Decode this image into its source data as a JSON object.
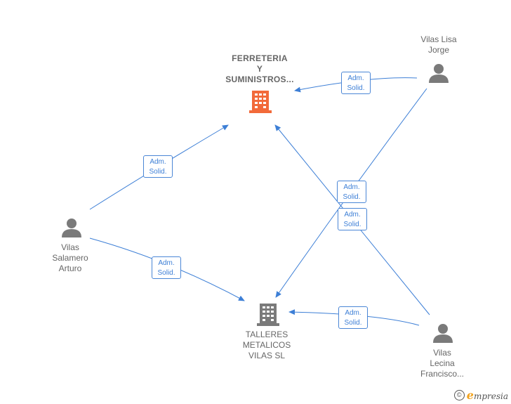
{
  "nodes": {
    "ferreteria": {
      "label": "FERRETERIA\nY\nSUMINISTROS...",
      "type": "company",
      "color": "#f26a3a"
    },
    "talleres": {
      "label": "TALLERES\nMETALICOS\nVILAS SL",
      "type": "company",
      "color": "#7a7a7a"
    },
    "vilas_lisa": {
      "label": "Vilas Lisa\nJorge",
      "type": "person"
    },
    "vilas_salamero": {
      "label": "Vilas\nSalamero\nArturo",
      "type": "person"
    },
    "vilas_lecina": {
      "label": "Vilas\nLecina\nFrancisco...",
      "type": "person"
    }
  },
  "relations": [
    {
      "from": "vilas_lisa",
      "to": "ferreteria",
      "label_line1": "Adm.",
      "label_line2": "Solid."
    },
    {
      "from": "vilas_salamero",
      "to": "ferreteria",
      "label_line1": "Adm.",
      "label_line2": "Solid."
    },
    {
      "from": "vilas_lecina",
      "to": "ferreteria",
      "label_line1": "Adm.",
      "label_line2": "Solid."
    },
    {
      "from": "vilas_lisa",
      "to": "talleres",
      "label_line1": "Adm.",
      "label_line2": "Solid."
    },
    {
      "from": "vilas_salamero",
      "to": "talleres",
      "label_line1": "Adm.",
      "label_line2": "Solid."
    },
    {
      "from": "vilas_lecina",
      "to": "talleres",
      "label_line1": "Adm.",
      "label_line2": "Solid."
    }
  ],
  "colors": {
    "edge": "#3d7fd6",
    "person_icon": "#7a7a7a",
    "label_text": "#666666"
  },
  "footer": {
    "copyright_symbol": "©",
    "brand_initial": "e",
    "brand_rest": "mpresia"
  }
}
